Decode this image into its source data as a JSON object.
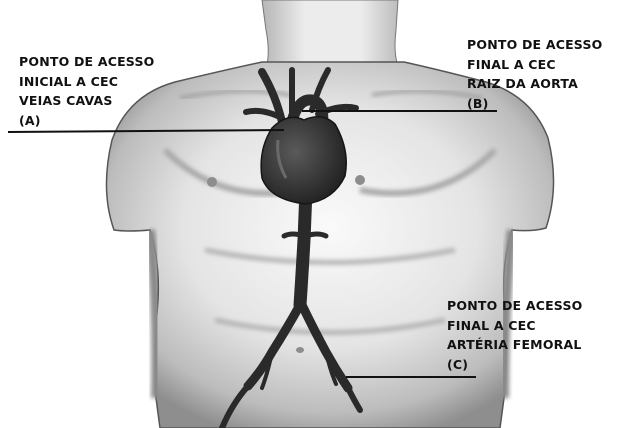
{
  "labels": {
    "a": {
      "line1": "PONTO DE ACESSO",
      "line2": "INICIAL A CEC",
      "line3": "VEIAS CAVAS",
      "line4": "(A)"
    },
    "b": {
      "line1": "PONTO DE ACESSO",
      "line2": "FINAL A CEC",
      "line3": "RAIZ DA AORTA",
      "line4": "(B)"
    },
    "c": {
      "line1": "PONTO DE ACESSO",
      "line2": "FINAL A CEC",
      "line3": "ARTÉRIA FEMORAL",
      "line4": "(C)"
    }
  },
  "colors": {
    "skin_light": "#f2f2f2",
    "skin_shadow": "#9a9a9a",
    "outline": "#3a3a3a",
    "heart": "#3b3b3b",
    "vessel": "#2a2a2a",
    "leader_line": "#111111"
  },
  "icons": {
    "body": "human-torso-illustration",
    "heart": "heart-icon",
    "vessels": "aorta-and-femoral-arteries"
  }
}
